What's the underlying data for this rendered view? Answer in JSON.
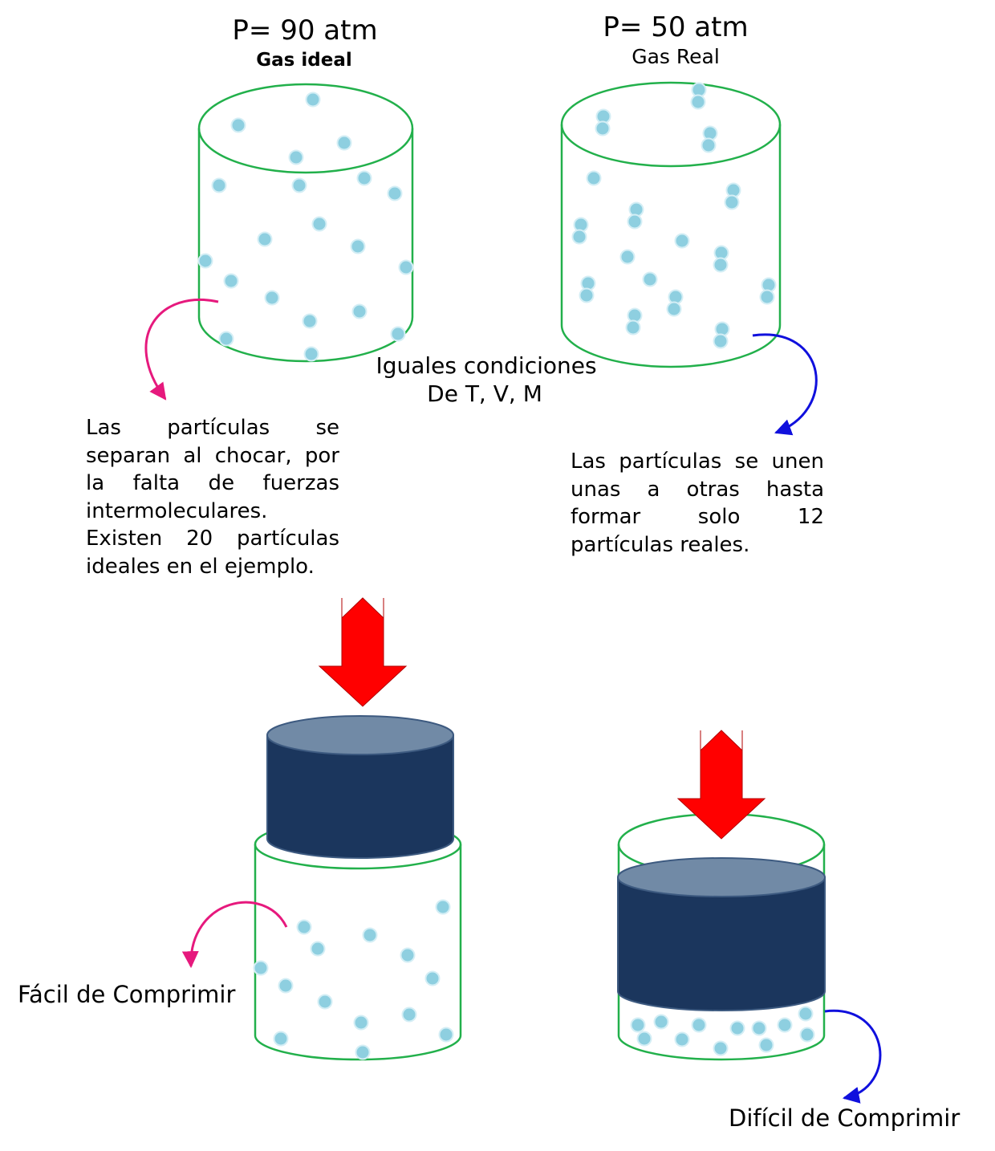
{
  "ideal": {
    "pressure": "P= 90 atm",
    "label": "Gas ideal",
    "description": "Las partículas se separan al chocar, por la falta de fuerzas intermoleculares. Existen 20 partículas ideales en el ejemplo.",
    "outcome": "Fácil de Comprimir"
  },
  "real": {
    "pressure": "P= 50 atm",
    "label": "Gas Real",
    "description": "Las partículas se unen unas a otras hasta formar solo 12 partículas reales.",
    "outcome": "Difícil de Comprimir"
  },
  "conditions": {
    "line1": "Iguales condiciones",
    "line2": "De T, V, M"
  },
  "colors": {
    "cylinder_outline": "#22b04b",
    "particle_fill": "#8ecfe0",
    "particle_ring": "#d4eef5",
    "piston_body": "#1b365d",
    "piston_top": "#718aa6",
    "arrow": "#ff0000",
    "ideal_arrow": "#e6197d",
    "real_arrow": "#1010dd"
  }
}
